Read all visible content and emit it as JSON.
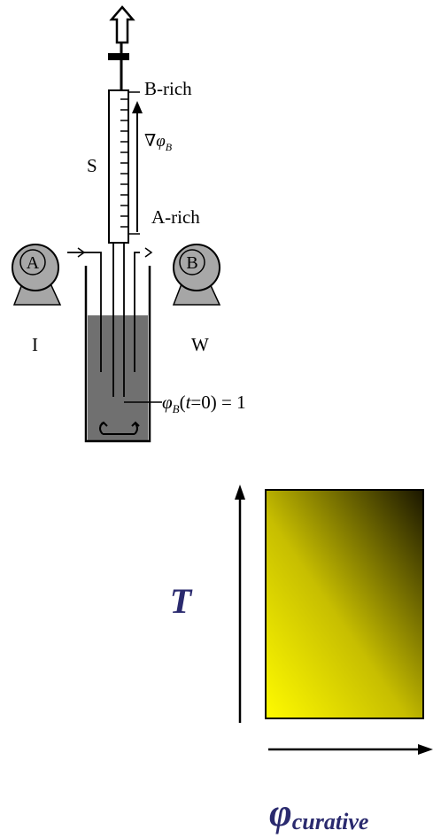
{
  "apparatus": {
    "label_b_rich": "B-rich",
    "label_a_rich": "A-rich",
    "label_s": "S",
    "label_grad": "∇",
    "label_grad_phi": "φ",
    "label_grad_sub": "B",
    "pump_a": "A",
    "pump_b": "B",
    "label_i": "I",
    "label_w": "W",
    "init_phi": "φ",
    "init_sub": "B",
    "init_paren_open": "(",
    "init_t": "t",
    "init_eq_rest": "=0) = 1"
  },
  "gradient_plot": {
    "y_label": "T",
    "x_label_phi": "φ",
    "x_label_sub": "curative",
    "colors": {
      "light": "#fffb00",
      "mid": "#c7be00",
      "dark": "#1a1600"
    }
  }
}
